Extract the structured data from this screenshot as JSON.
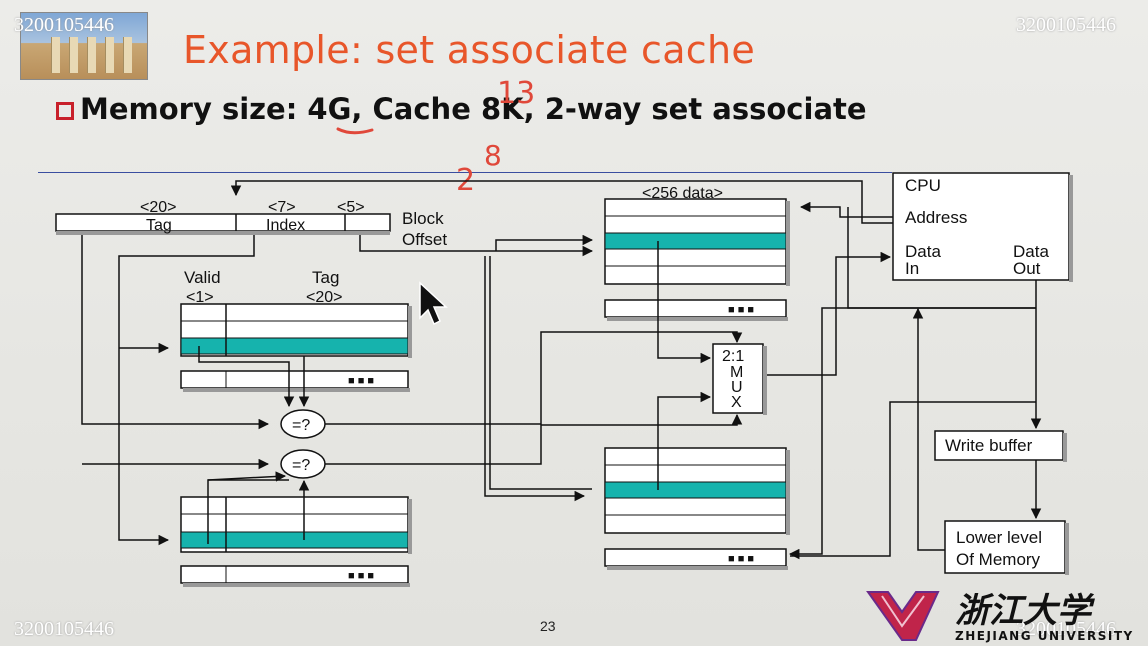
{
  "watermark": "3200105446",
  "title": "Example: set associate cache",
  "bullet": "Memory size: 4G, Cache 8K, 2-way set associate",
  "annotations": {
    "exp13": "13",
    "two": "2",
    "eight": "8"
  },
  "page_number": "23",
  "address": {
    "tag_bits": "<20>",
    "tag_label": "Tag",
    "index_bits": "<7>",
    "index_label": "Index",
    "offset_bits": "<5>",
    "offset_label_1": "Block",
    "offset_label_2": "Offset"
  },
  "tag_array": {
    "valid_label": "Valid",
    "valid_bits": "<1>",
    "tag_label": "Tag",
    "tag_bits": "<20>"
  },
  "data_array": {
    "label": "<256 data>"
  },
  "comparator": "=?",
  "mux": [
    "2:1",
    "M",
    "U",
    "X"
  ],
  "cpu": {
    "title": "CPU",
    "address": "Address",
    "data_in_1": "Data",
    "data_in_2": "In",
    "data_out_1": "Data",
    "data_out_2": "Out"
  },
  "write_buffer": "Write buffer",
  "lower_level_1": "Lower level",
  "lower_level_2": "Of Memory",
  "dots": "■ ■ ■",
  "logo": {
    "cn": "浙江大学",
    "en": "ZHEJIANG UNIVERSITY"
  },
  "colors": {
    "accent": "#e8562a",
    "teal": "#16b3ad",
    "bullet_box": "#c8202a"
  }
}
